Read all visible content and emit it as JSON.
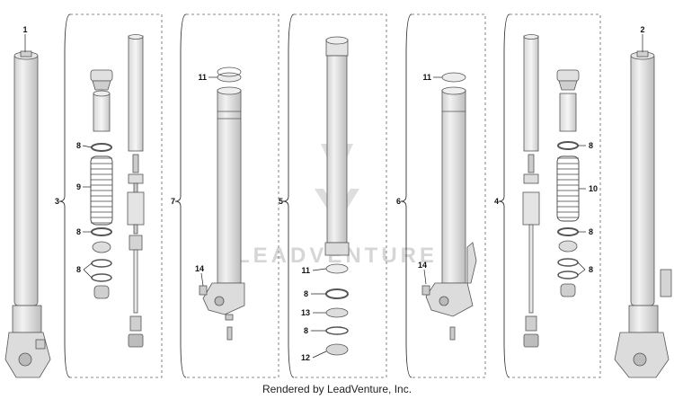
{
  "diagram": {
    "callouts": {
      "c1": "1",
      "c2": "2",
      "c3": "3",
      "c4": "4",
      "c5": "5",
      "c6": "6",
      "c7": "7",
      "c8": "8",
      "c9": "9",
      "c10": "10",
      "c11": "11",
      "c12": "12",
      "c13": "13",
      "c14": "14"
    },
    "watermark": "LEADVENTURE",
    "footer": "Rendered by LeadVenture, Inc."
  }
}
